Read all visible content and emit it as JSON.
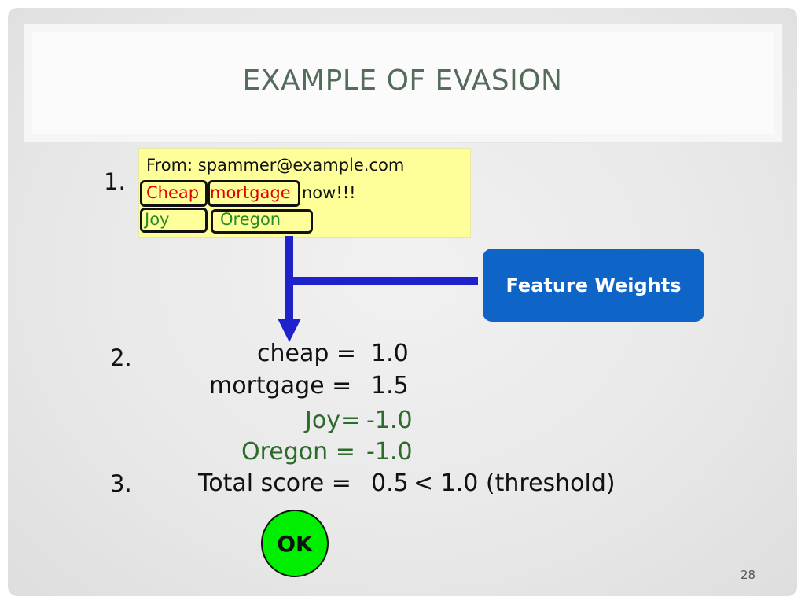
{
  "slide": {
    "title": "EXAMPLE OF EVASION",
    "page_number": "28"
  },
  "steps": {
    "one": "1.",
    "two": "2.",
    "three": "3."
  },
  "email": {
    "from": "From: spammer@example.com",
    "word_cheap": "Cheap",
    "word_mortgage": "mortgage",
    "word_now": "now!!!",
    "word_joy": "Joy",
    "word_oregon": "Oregon"
  },
  "feature_weights_button": "Feature Weights",
  "weights": [
    {
      "label": "cheap =",
      "value": "1.0"
    },
    {
      "label": "mortgage =",
      "value": "1.5"
    },
    {
      "label": "Joy=",
      "value": "-1.0"
    },
    {
      "label": "Oregon =",
      "value": "-1.0"
    }
  ],
  "total": {
    "label": "Total score =",
    "value": "0.5",
    "comparison": "< 1.0 (threshold)"
  },
  "result": "OK",
  "colors": {
    "spam_word": "#e00000",
    "good_word": "#2a8a2a",
    "arrow": "#1f22cc",
    "button": "#0f64c8",
    "ok": "#00ee00"
  }
}
